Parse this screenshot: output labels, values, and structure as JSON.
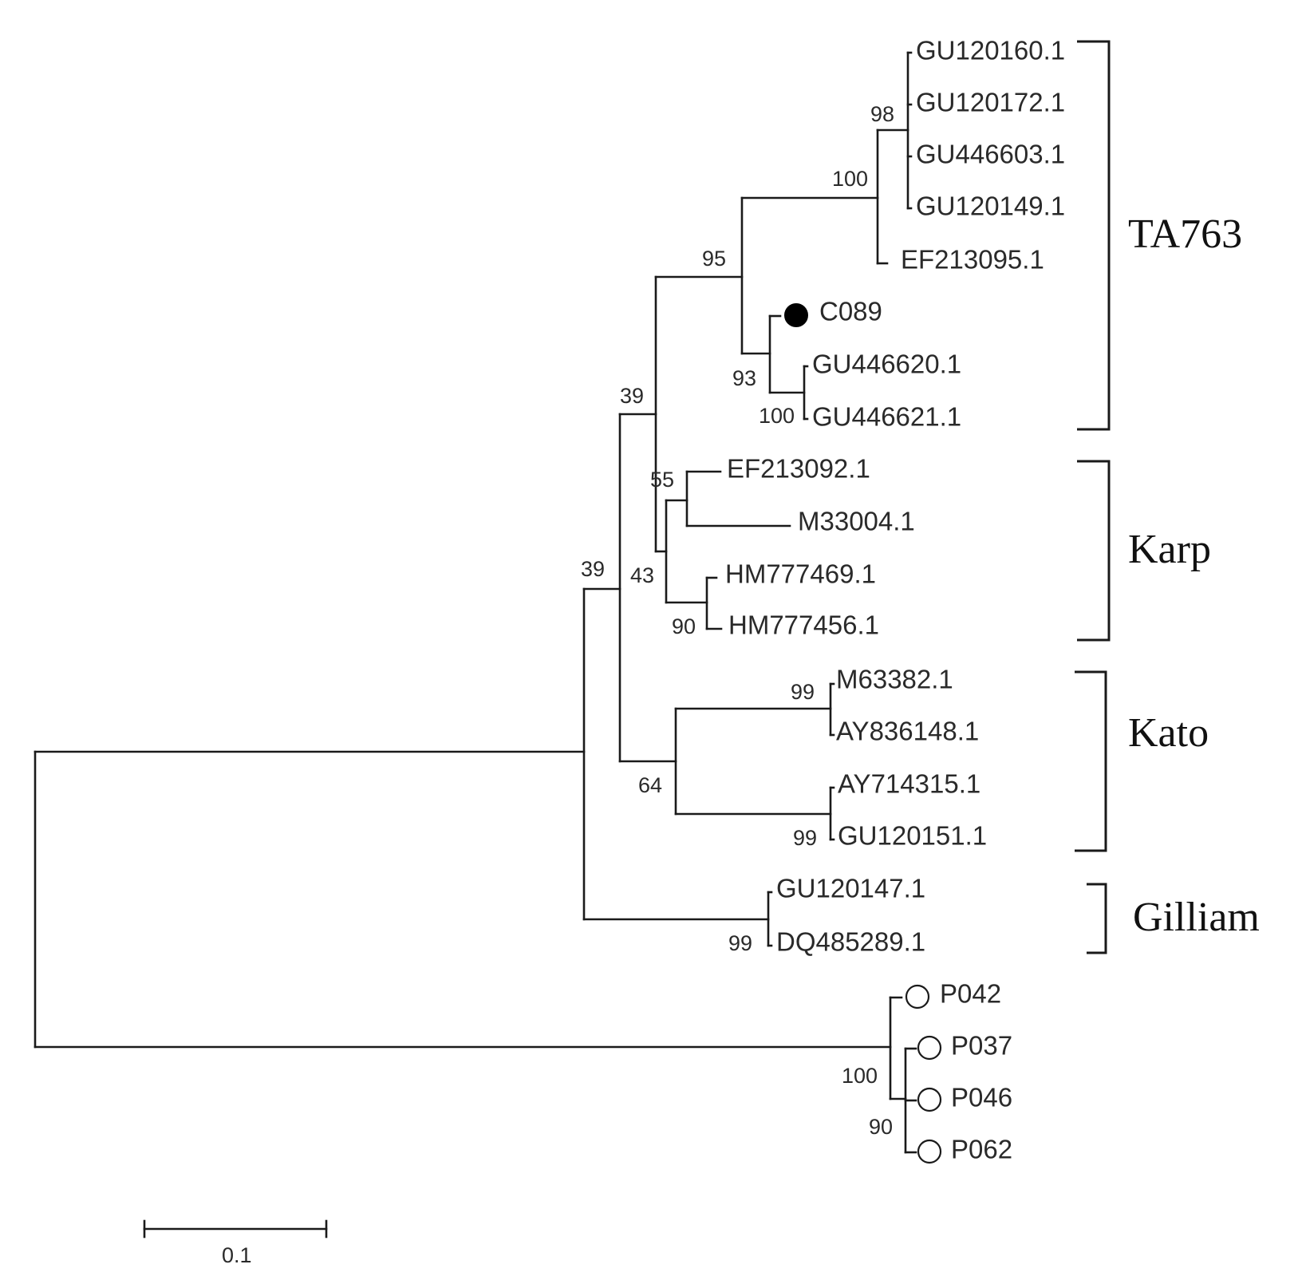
{
  "tree": {
    "leaves": [
      {
        "id": "gu120160",
        "label": "GU120160.1",
        "marker": "none"
      },
      {
        "id": "gu120172",
        "label": "GU120172.1",
        "marker": "none"
      },
      {
        "id": "gu446603",
        "label": "GU446603.1",
        "marker": "none"
      },
      {
        "id": "gu120149",
        "label": "GU120149.1",
        "marker": "none"
      },
      {
        "id": "ef213095",
        "label": "EF213095.1",
        "marker": "none"
      },
      {
        "id": "c089",
        "label": "C089",
        "marker": "filled-circle"
      },
      {
        "id": "gu446620",
        "label": "GU446620.1",
        "marker": "none"
      },
      {
        "id": "gu446621",
        "label": "GU446621.1",
        "marker": "none"
      },
      {
        "id": "ef213092",
        "label": "EF213092.1",
        "marker": "none"
      },
      {
        "id": "m33004",
        "label": "M33004.1",
        "marker": "none"
      },
      {
        "id": "hm777469",
        "label": "HM777469.1",
        "marker": "none"
      },
      {
        "id": "hm777456",
        "label": "HM777456.1",
        "marker": "none"
      },
      {
        "id": "m63382",
        "label": "M63382.1",
        "marker": "none"
      },
      {
        "id": "ay836148",
        "label": "AY836148.1",
        "marker": "none"
      },
      {
        "id": "ay714315",
        "label": "AY714315.1",
        "marker": "none"
      },
      {
        "id": "gu120151",
        "label": "GU120151.1",
        "marker": "none"
      },
      {
        "id": "gu120147",
        "label": "GU120147.1",
        "marker": "none"
      },
      {
        "id": "dq485289",
        "label": "DQ485289.1",
        "marker": "none"
      },
      {
        "id": "p042",
        "label": "P042",
        "marker": "open-circle"
      },
      {
        "id": "p037",
        "label": "P037",
        "marker": "open-circle"
      },
      {
        "id": "p046",
        "label": "P046",
        "marker": "open-circle"
      },
      {
        "id": "p062",
        "label": "P062",
        "marker": "open-circle"
      }
    ],
    "support_values": {
      "node_98": "98",
      "node_100_top": "100",
      "node_95": "95",
      "node_93": "93",
      "node_100_gu446620": "100",
      "node_39_upper": "39",
      "node_55": "55",
      "node_43": "43",
      "node_90_hm": "90",
      "node_39_lower": "39",
      "node_99_m63382": "99",
      "node_64": "64",
      "node_99_gu120151": "99",
      "node_99_gilliam": "99",
      "node_100_p": "100",
      "node_90_p": "90"
    },
    "groups": [
      {
        "id": "ta763",
        "label": "TA763"
      },
      {
        "id": "karp",
        "label": "Karp"
      },
      {
        "id": "kato",
        "label": "Kato"
      },
      {
        "id": "gilliam",
        "label": "Gilliam"
      }
    ],
    "scale_bar": {
      "value": 0.1,
      "label": "0.1"
    }
  },
  "colors": {
    "line": "#1a1a1a",
    "text": "#2a2a2a",
    "background": "#ffffff"
  }
}
